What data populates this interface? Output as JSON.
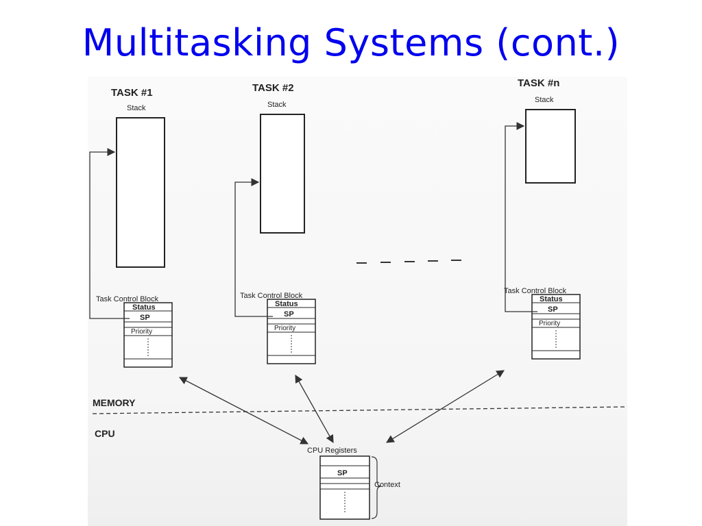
{
  "title": "Multitasking Systems (cont.)",
  "tasks": [
    {
      "name": "TASK #1",
      "stack": "Stack",
      "tcb": "Task Control Block",
      "fields": [
        "Status",
        "SP",
        "Priority"
      ]
    },
    {
      "name": "TASK #2",
      "stack": "Stack",
      "tcb": "Task Control Block",
      "fields": [
        "Status",
        "SP",
        "Priority"
      ]
    },
    {
      "name": "TASK #n",
      "stack": "Stack",
      "tcb": "Task Control Block",
      "fields": [
        "Status",
        "SP",
        "Priority"
      ]
    }
  ],
  "memory_label": "MEMORY",
  "cpu_label": "CPU",
  "cpu_registers": {
    "title": "CPU Registers",
    "sp": "SP",
    "context": "Context"
  },
  "colors": {
    "title": "#0000ee",
    "lines": "#333333"
  }
}
